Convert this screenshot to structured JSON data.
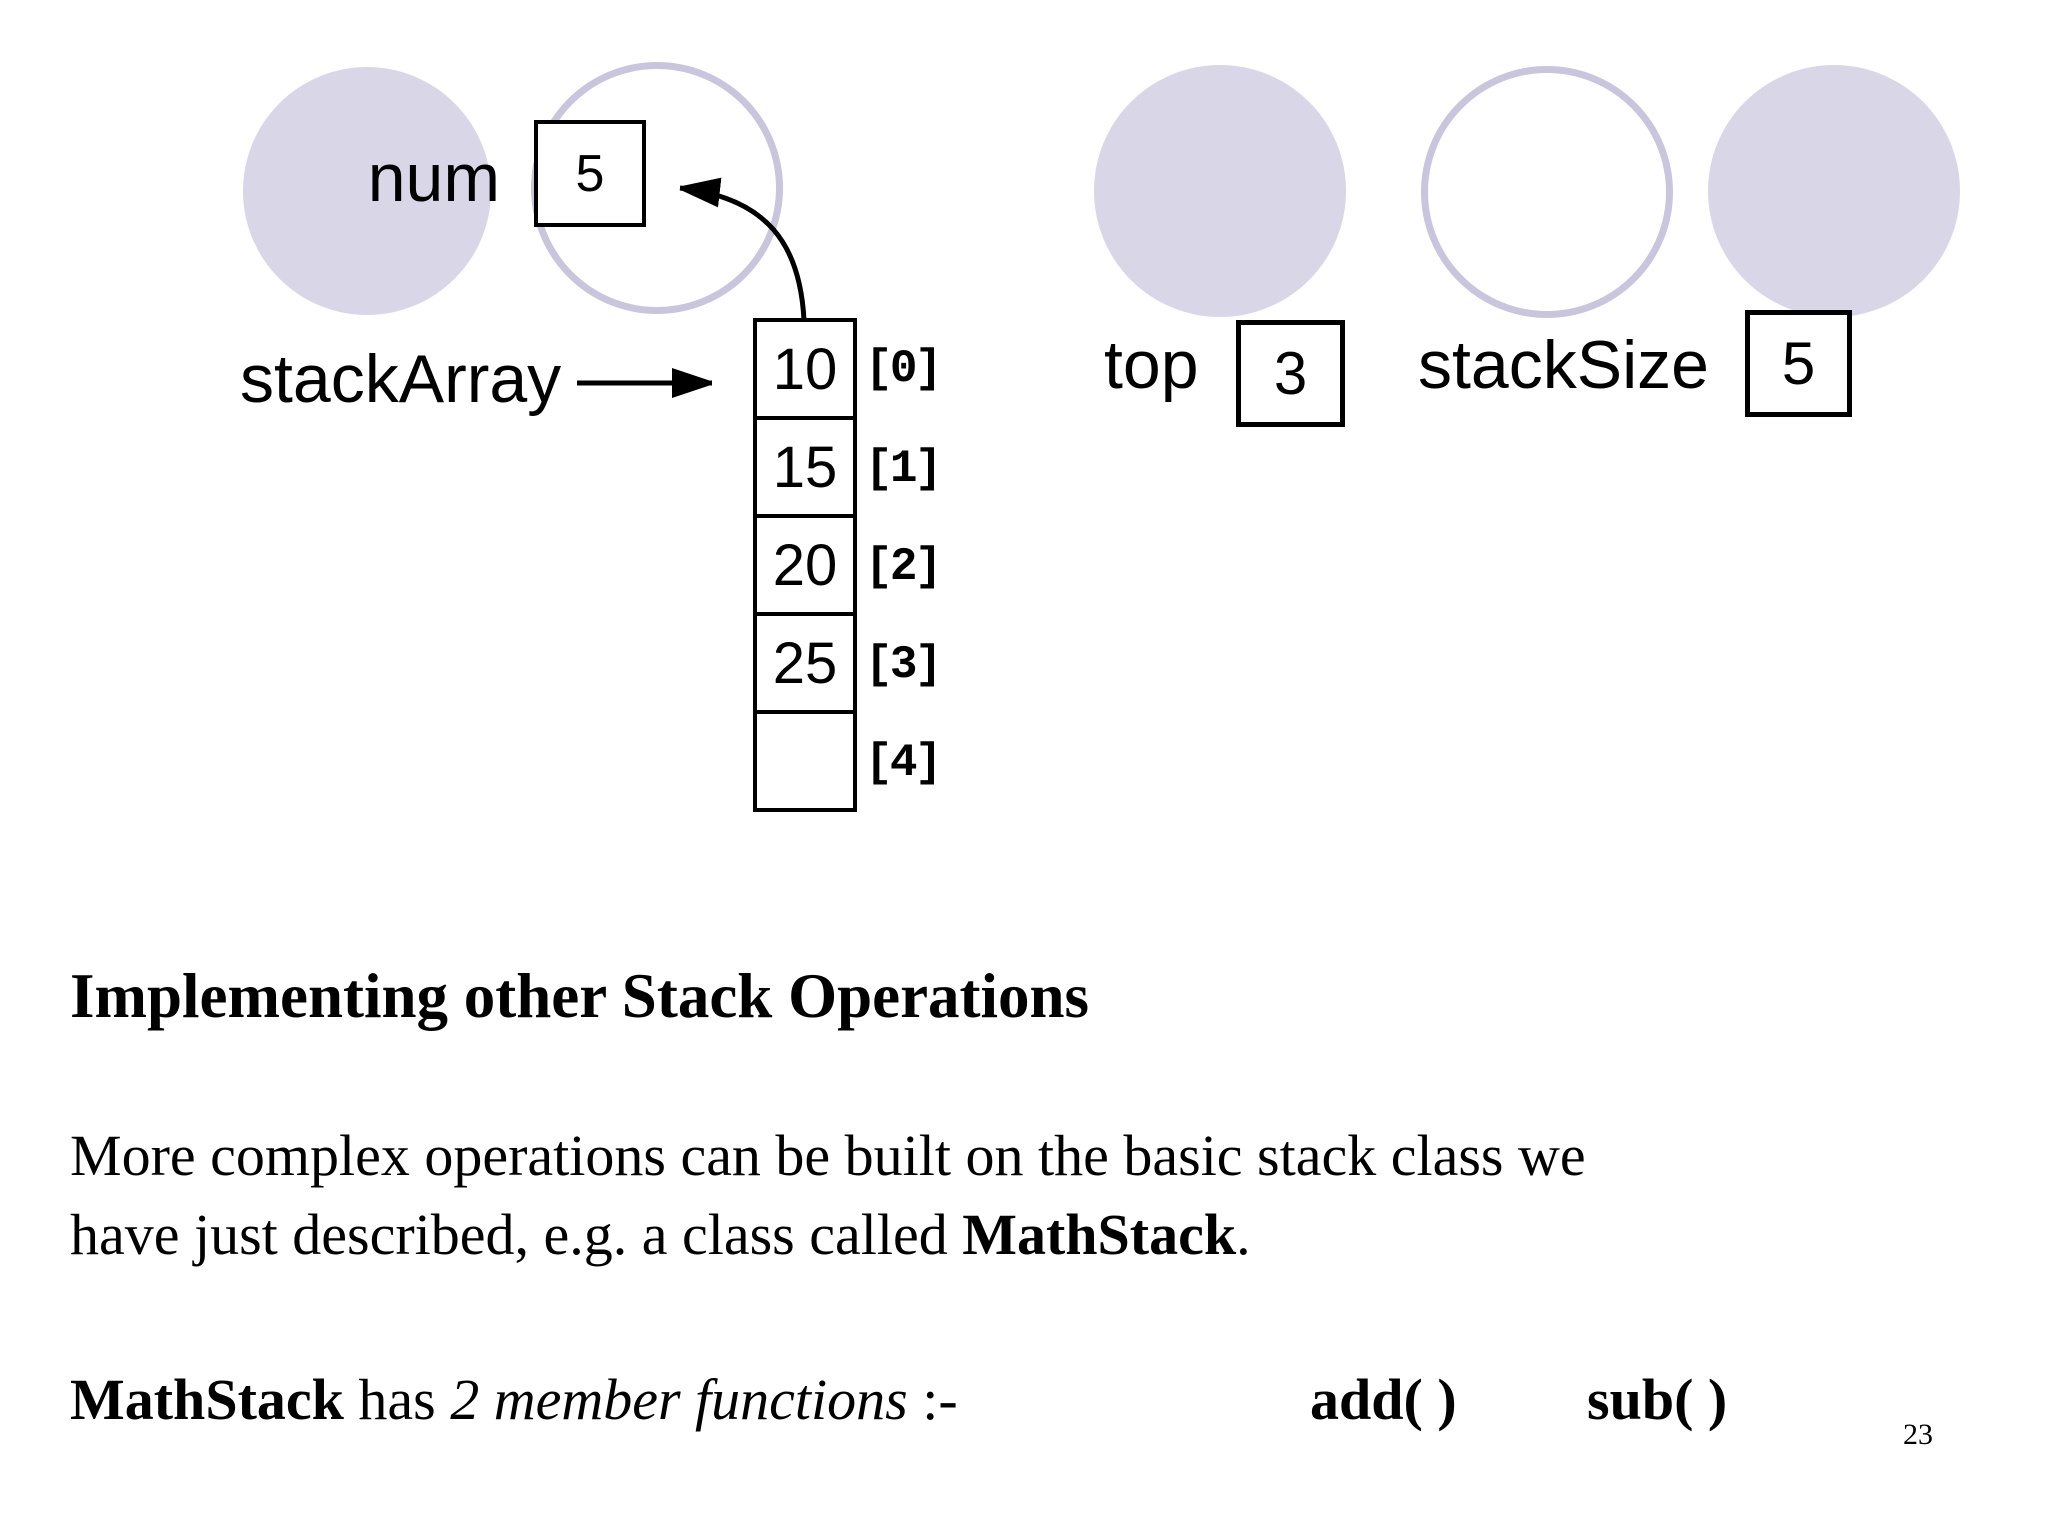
{
  "diagram": {
    "num": {
      "label": "num",
      "value": "5"
    },
    "stack_array": {
      "label": "stackArray",
      "cells": [
        {
          "value": "10",
          "index": "[0]"
        },
        {
          "value": "15",
          "index": "[1]"
        },
        {
          "value": "20",
          "index": "[2]"
        },
        {
          "value": "25",
          "index": "[3]"
        },
        {
          "value": "",
          "index": "[4]"
        }
      ]
    },
    "top": {
      "label": "top",
      "value": "3"
    },
    "stack_size": {
      "label": "stackSize",
      "value": "5"
    }
  },
  "slide": {
    "heading": "Implementing other Stack Operations",
    "body_line1": "More complex operations can be built on the basic stack class we",
    "body_line2_before": "have just described, e.g. a class called ",
    "body_line2_bold": "MathStack",
    "body_line2_after": ".",
    "footer_bold": "MathStack",
    "footer_regular": " has ",
    "footer_italic": "2 member functions",
    "footer_sep": " :-",
    "footer_fn1": "add( )",
    "footer_fn2": "sub( )",
    "page_number": "23"
  },
  "colors": {
    "background": "#ffffff",
    "ink": "#000000",
    "circle_fill": "#d9d6e8",
    "circle_stroke": "#c9c5dc"
  }
}
